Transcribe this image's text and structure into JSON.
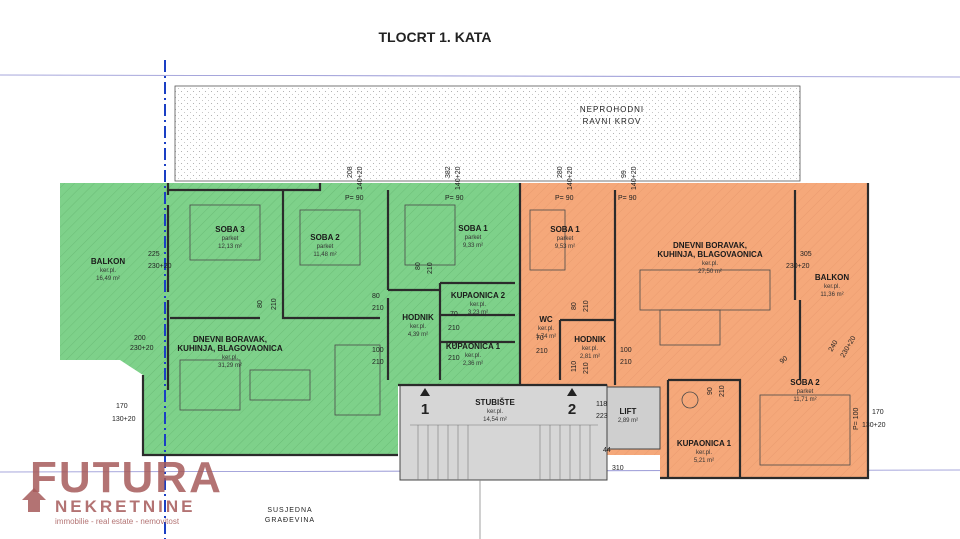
{
  "title": "TLOCRT 1. KATA",
  "roof": {
    "line1": "NEPROHODNI",
    "line2": "RAVNI KROV"
  },
  "neighbor": {
    "line1": "SUSJEDNA",
    "line2": "GRAĐEVINA"
  },
  "logo": {
    "brand": "FUTURA",
    "sub": "NEKRETNINE",
    "tagline": "immobilie - real estate - nemovitost"
  },
  "colors": {
    "left_unit": "#7ed18a",
    "right_unit": "#f5a87a",
    "common": "#d6d6d6",
    "axis": "#1a3fc4"
  },
  "rooms_left": {
    "balkon": {
      "name": "BALKON",
      "floor": "ker.pl.",
      "area": "16,49 m²"
    },
    "soba3": {
      "name": "SOBA 3",
      "floor": "parket",
      "area": "12,13 m²"
    },
    "soba2": {
      "name": "SOBA 2",
      "floor": "parket",
      "area": "11,48 m²"
    },
    "soba1": {
      "name": "SOBA 1",
      "floor": "parket",
      "area": "9,33 m²"
    },
    "kupaonica2": {
      "name": "KUPAONICA 2",
      "floor": "ker.pl.",
      "area": "3,23 m²"
    },
    "hodnik": {
      "name": "HODNIK",
      "floor": "ker.pl.",
      "area": "4,39 m²"
    },
    "kupaonica1": {
      "name": "KUPAONICA 1",
      "floor": "ker.pl.",
      "area": "2,36 m²"
    },
    "dnevni_l1": "DNEVNI BORAVAK,",
    "dnevni_l2": "KUHINJA, BLAGOVAONICA",
    "dnevni_floor": "ker.pl.",
    "dnevni_area": "31,29 m²"
  },
  "rooms_right": {
    "soba1": {
      "name": "SOBA 1",
      "floor": "parket",
      "area": "9,53 m²"
    },
    "wc": {
      "name": "WC",
      "floor": "ker.pl.",
      "area": "1,74 m²"
    },
    "hodnik": {
      "name": "HODNIK",
      "floor": "ker.pl.",
      "area": "2,81 m²"
    },
    "dnevni_l1": "DNEVNI BORAVAK,",
    "dnevni_l2": "KUHINJA, BLAGOVAONICA",
    "dnevni_floor": "ker.pl.",
    "dnevni_area": "27,50 m²",
    "balkon": {
      "name": "BALKON",
      "floor": "ker.pl.",
      "area": "11,36 m²"
    },
    "soba2": {
      "name": "SOBA 2",
      "floor": "parket",
      "area": "11,71 m²"
    },
    "kupaonica1": {
      "name": "KUPAONICA 1",
      "floor": "ker.pl.",
      "area": "5,21 m²"
    }
  },
  "common": {
    "stubiste": {
      "name": "STUBIŠTE",
      "floor": "ker.pl.",
      "area": "14,54 m²"
    },
    "lift": {
      "name": "LIFT",
      "area": "2,89 m²"
    },
    "marker1": "1",
    "marker2": "2"
  },
  "dims": {
    "p90": "P= 90",
    "d225": "225",
    "d230_20": "230+20",
    "d208": "208",
    "d382": "382",
    "d280": "280",
    "d99": "99",
    "d140_20": "140+20",
    "d80": "80",
    "d210": "210",
    "d70": "70",
    "d100": "100",
    "d110": "110",
    "d200": "200",
    "d170": "170",
    "d130_20": "130+20",
    "d118": "118",
    "d223": "223",
    "d44": "44",
    "d310": "310",
    "d305": "305",
    "d240": "240",
    "d90": "90",
    "dp100": "P= 100"
  }
}
